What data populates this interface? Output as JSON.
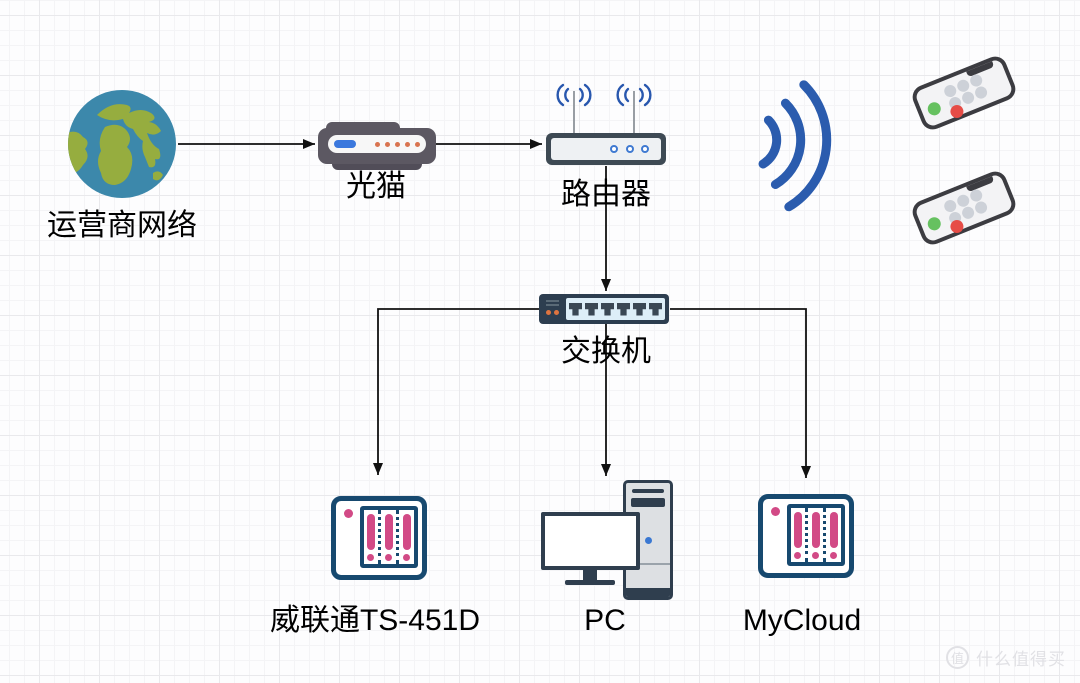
{
  "nodes": {
    "internet": {
      "label": "运营商网络",
      "icon": "globe-icon"
    },
    "modem": {
      "label": "光猫",
      "icon": "modem-icon"
    },
    "router": {
      "label": "路由器",
      "icon": "wireless-router-icon"
    },
    "switch": {
      "label": "交换机",
      "icon": "network-switch-icon"
    },
    "nas_qnap": {
      "label": "威联通TS-451D",
      "icon": "nas-icon"
    },
    "pc": {
      "label": "PC",
      "icon": "desktop-pc-icon"
    },
    "nas_mycloud": {
      "label": "MyCloud",
      "icon": "nas-icon"
    },
    "wifi": {
      "icon": "wifi-waves-icon"
    },
    "phone1": {
      "icon": "smartphone-icon"
    },
    "phone2": {
      "icon": "smartphone-icon"
    }
  },
  "edges": [
    {
      "from": "internet",
      "to": "modem",
      "style": "arrow"
    },
    {
      "from": "modem",
      "to": "router",
      "style": "arrow"
    },
    {
      "from": "router",
      "to": "switch",
      "style": "arrow"
    },
    {
      "from": "switch",
      "to": "nas_qnap",
      "style": "arrow"
    },
    {
      "from": "switch",
      "to": "pc",
      "style": "arrow"
    },
    {
      "from": "switch",
      "to": "nas_mycloud",
      "style": "arrow"
    }
  ],
  "watermark": {
    "logo_glyph": "值",
    "text": "什么值得买"
  },
  "colors": {
    "globe_ocean": "#3c88ab",
    "globe_land": "#96ad3f",
    "modem_body": "#5c5862",
    "modem_led_blue": "#3b78dd",
    "modem_dots_orange": "#d9734f",
    "router_body": "#3e4a54",
    "router_led_blue": "#3f7ad1",
    "wifi_blue": "#2b5cae",
    "switch_body": "#2d3e50",
    "switch_panel": "#ddeef8",
    "switch_led_orange": "#df7440",
    "nas_border_navy": "#17496f",
    "nas_pink": "#d24a86",
    "pc_outline": "#2f3e4e",
    "pc_fill": "#dde0e3",
    "phone_frame": "#3c3c41",
    "phone_green": "#66c160",
    "phone_red": "#e64c46",
    "line_black": "#111111"
  }
}
